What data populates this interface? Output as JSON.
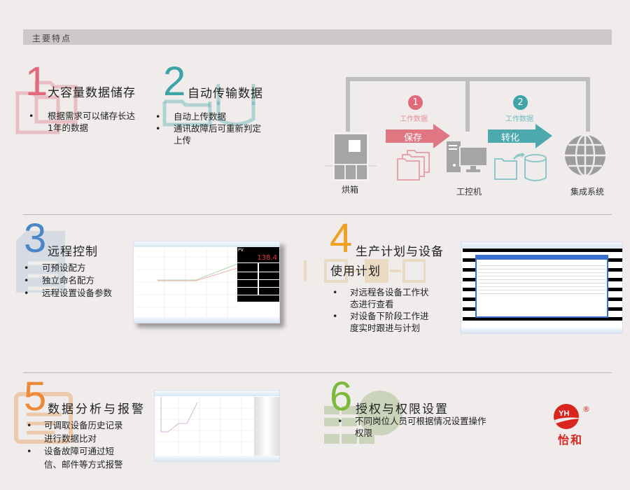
{
  "header": {
    "title": "主要特点"
  },
  "features": [
    {
      "num": "1",
      "title": "大容量数据储存",
      "bullets": [
        "根据需求可以储存长达1年的数据"
      ],
      "color": "#e06a7a"
    },
    {
      "num": "2",
      "title": "自动传输数据",
      "bullets": [
        "自动上传数据",
        "通讯故障后可重新判定上传"
      ],
      "color": "#3fa3a8"
    },
    {
      "num": "3",
      "title": "远程控制",
      "bullets": [
        "可预设配方",
        "独立命名配方",
        "远程设置设备参数"
      ],
      "color": "#4a86c8"
    },
    {
      "num": "4",
      "title": "生产计划与设备",
      "title2": "使用计划",
      "bullets": [
        "对远程各设备工作状态进行查看",
        "对设备下阶段工作进度实时跟进与计划"
      ],
      "color": "#f0a020"
    },
    {
      "num": "5",
      "title": "数据分析与报警",
      "bullets": [
        "可调取设备历史记录进行数据比对",
        "设备故障可通过短信、邮件等方式报警"
      ],
      "color": "#ec8a3a"
    },
    {
      "num": "6",
      "title": "授权与权限设置",
      "bullets": [
        "不同岗位人员可根据情况设置操作权限"
      ],
      "color": "#7cba3a"
    }
  ],
  "diagram": {
    "oven_label": "烘箱",
    "pc_label": "工控机",
    "system_label": "集成系统",
    "step1": {
      "num": "1",
      "caption": "工作数据",
      "arrow": "保存"
    },
    "step2": {
      "num": "2",
      "caption": "工作数据",
      "arrow": "转化"
    }
  },
  "screen3": {
    "pv_label": "PV",
    "pv_value": "138.4"
  },
  "logo": {
    "text": "怡和",
    "mark": "YH",
    "registered": "®",
    "color": "#d8251d"
  }
}
